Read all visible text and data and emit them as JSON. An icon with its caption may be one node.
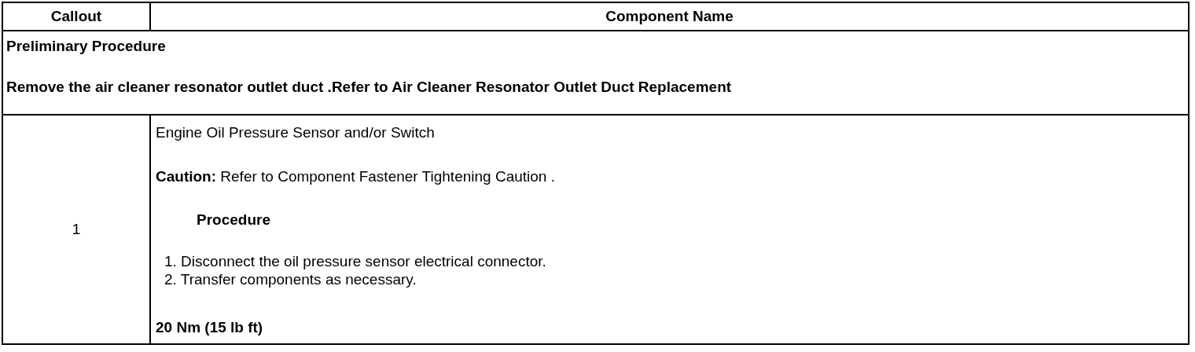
{
  "diagram": {
    "labels": [
      "Callout",
      "Component Name",
      "Preliminary Procedure",
      "Remove the air cleaner resonator outlet duct .Refer to Air Cleaner Resonator Outlet Duct Replacement",
      "1",
      "Engine Oil Pressure Sensor and/or Switch",
      "**Caution:** Refer to Component Fastener Tightening Caution .",
      "Procedure",
      "1. Disconnect the oil pressure sensor electrical connector.",
      "2. Transfer components as necessary.",
      "20 Nm (15 lb ft)"
    ]
  }
}
